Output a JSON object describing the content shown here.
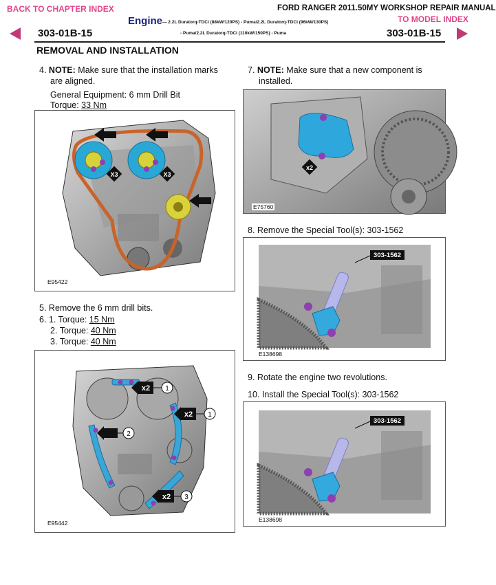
{
  "header": {
    "back_link": "BACK TO CHAPTER INDEX",
    "manual_title": "FORD RANGER 2011.50MY WORKSHOP REPAIR MANUAL",
    "model_link": "TO MODEL INDEX",
    "section": "Engine",
    "variants_line1": "— 2.2L Duratorq-TDCi (88kW/120PS) - Puma/2.2L Duratorq-TDCi (96kW/130PS)",
    "variants_line2": "- Puma/2.2L Duratorq-TDCi (110kW/150PS) - Puma",
    "code_left": "303-01B-15",
    "code_right": "303-01B-15",
    "accent_color": "#e0458a",
    "arrow_color": "#c03878"
  },
  "page_title": "REMOVAL AND INSTALLATION",
  "steps": {
    "s4": {
      "num": "4.",
      "note": "NOTE:",
      "text1": " Make sure that the installation marks",
      "text2": "are aligned.",
      "equipment": "General Equipment: 6 mm Drill Bit",
      "torque_label": "Torque: ",
      "torque_value": "33 Nm"
    },
    "s5": {
      "num": "5.",
      "text": "Remove the 6 mm drill bits."
    },
    "s6": {
      "num": "6.",
      "items": [
        {
          "n": "1.",
          "label": "Torque: ",
          "value": "15 Nm"
        },
        {
          "n": "2.",
          "label": "Torque: ",
          "value": "40 Nm"
        },
        {
          "n": "3.",
          "label": "Torque: ",
          "value": "40 Nm"
        }
      ]
    },
    "s7": {
      "num": "7.",
      "note": "NOTE:",
      "text1": " Make sure that a new component is",
      "text2": "installed."
    },
    "s8": {
      "num": "8.",
      "text": "Remove the Special Tool(s): 303-1562"
    },
    "s9": {
      "num": "9.",
      "text": "Rotate the engine two revolutions."
    },
    "s10": {
      "num": "10.",
      "text": "Install the Special Tool(s): 303-1562"
    }
  },
  "figures": {
    "fig1": {
      "id": "E95422",
      "callout": "X3"
    },
    "fig2": {
      "id": "E95442",
      "callout_x2": "x2",
      "c1": "1",
      "c2": "2",
      "c3": "3"
    },
    "fig3": {
      "id": "E75760",
      "callout": "x2"
    },
    "fig4": {
      "id": "E138698",
      "tool": "303-1562"
    },
    "fig5": {
      "id": "E138698",
      "tool": "303-1562"
    }
  }
}
